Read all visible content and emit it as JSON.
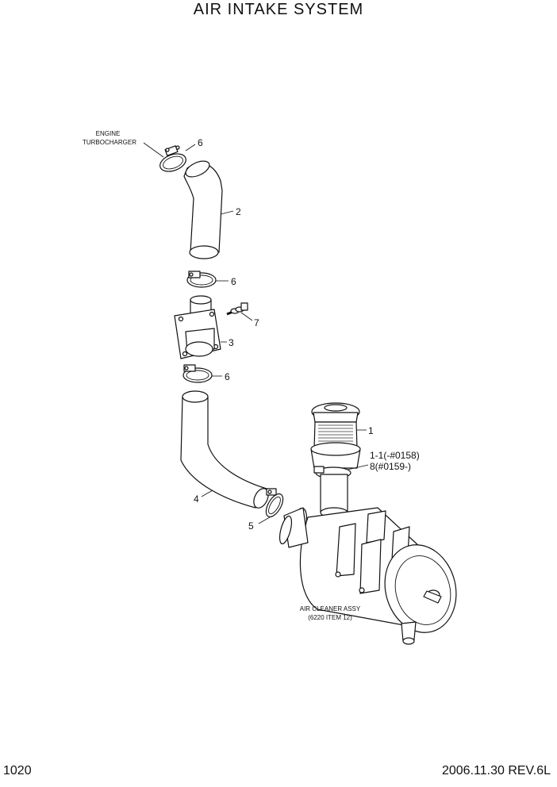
{
  "title": "AIR INTAKE SYSTEM",
  "page_number": "1020",
  "revision": "2006.11.30  REV.6L",
  "callouts": {
    "engine": "ENGINE",
    "turbocharger": "TURBOCHARGER",
    "p1": "1",
    "p1_1": "1-1(-#0158)",
    "p8": "8(#0159-)",
    "p2": "2",
    "p3": "3",
    "p4": "4",
    "p5": "5",
    "p6a": "6",
    "p6b": "6",
    "p6c": "6",
    "p7": "7",
    "air_cleaner": "AIR CLEANER ASSY",
    "air_cleaner_ref": "(6220 ITEM 12)"
  }
}
